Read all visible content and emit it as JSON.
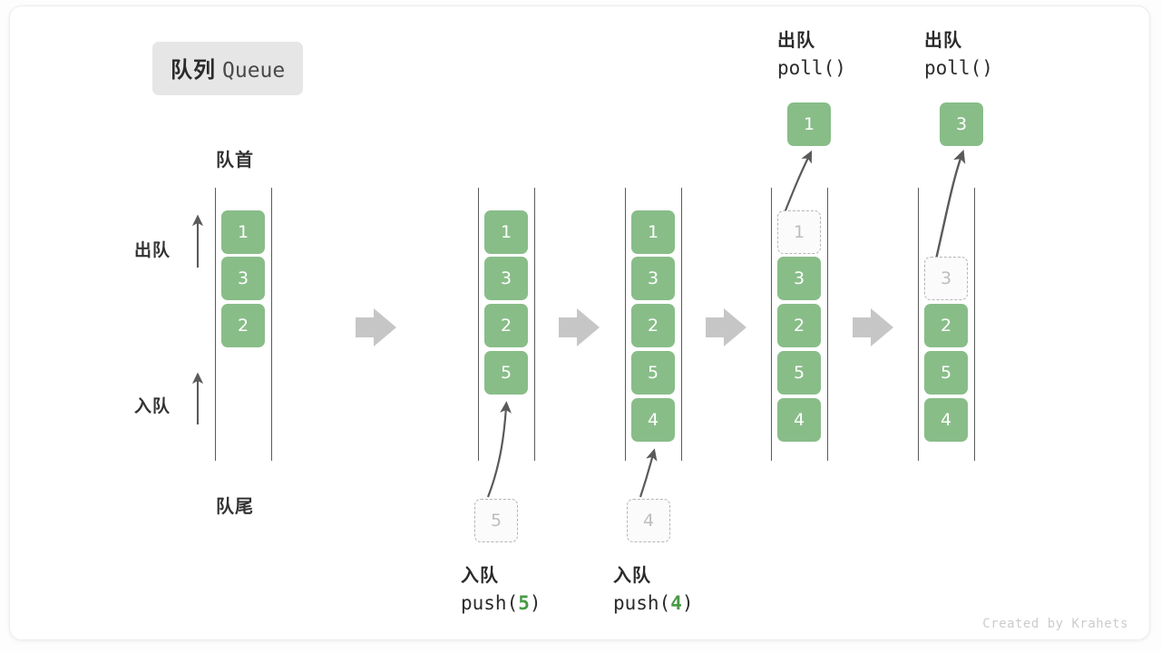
{
  "title": {
    "cn": "队列",
    "en": "Queue"
  },
  "labels": {
    "head": "队首",
    "tail": "队尾",
    "dequeue_side": "出队",
    "enqueue_side": "入队"
  },
  "watermark": "Created by Krahets",
  "colors": {
    "cell_green": "#88bd88",
    "cell_text": "#ffffff",
    "ghost_border": "#b5b5b5",
    "ghost_text": "#bdbdbd",
    "rail": "#5a5a5a",
    "step_arrow": "#c6c6c6",
    "badge_bg": "#e6e6e6",
    "arg_green": "#479b47",
    "text_dark": "#2b2b2b"
  },
  "columns": [
    {
      "name": "initial-queue",
      "cells": [
        {
          "value": "1",
          "state": "filled"
        },
        {
          "value": "3",
          "state": "filled"
        },
        {
          "value": "2",
          "state": "filled"
        }
      ],
      "incoming": null,
      "result": null,
      "caption": null
    },
    {
      "name": "after-push-5",
      "cells": [
        {
          "value": "1",
          "state": "filled"
        },
        {
          "value": "3",
          "state": "filled"
        },
        {
          "value": "2",
          "state": "filled"
        },
        {
          "value": "5",
          "state": "filled"
        }
      ],
      "incoming": {
        "value": "5",
        "state": "ghost"
      },
      "result": null,
      "caption": {
        "cn": "入队",
        "fn": "push(",
        "arg": "5",
        "close": ")"
      }
    },
    {
      "name": "after-push-4",
      "cells": [
        {
          "value": "1",
          "state": "filled"
        },
        {
          "value": "3",
          "state": "filled"
        },
        {
          "value": "2",
          "state": "filled"
        },
        {
          "value": "5",
          "state": "filled"
        },
        {
          "value": "4",
          "state": "filled"
        }
      ],
      "incoming": {
        "value": "4",
        "state": "ghost"
      },
      "result": null,
      "caption": {
        "cn": "入队",
        "fn": "push(",
        "arg": "4",
        "close": ")"
      }
    },
    {
      "name": "after-poll-1",
      "cells": [
        {
          "value": "1",
          "state": "ghost"
        },
        {
          "value": "3",
          "state": "filled"
        },
        {
          "value": "2",
          "state": "filled"
        },
        {
          "value": "5",
          "state": "filled"
        },
        {
          "value": "4",
          "state": "filled"
        }
      ],
      "incoming": null,
      "result": {
        "value": "1",
        "cn": "出队",
        "fn": "poll()"
      },
      "caption": null
    },
    {
      "name": "after-poll-3",
      "cells": [
        {
          "value": "",
          "state": "empty"
        },
        {
          "value": "3",
          "state": "ghost"
        },
        {
          "value": "2",
          "state": "filled"
        },
        {
          "value": "5",
          "state": "filled"
        },
        {
          "value": "4",
          "state": "filled"
        }
      ],
      "incoming": null,
      "result": {
        "value": "3",
        "cn": "出队",
        "fn": "poll()"
      },
      "caption": null
    }
  ]
}
